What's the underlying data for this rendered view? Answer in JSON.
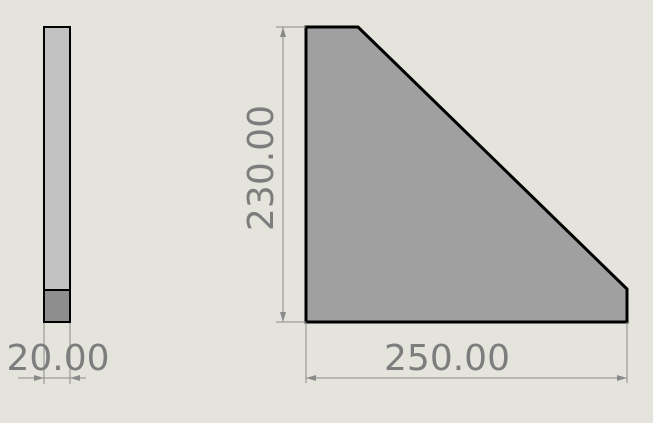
{
  "drawing": {
    "dimensions": {
      "thickness": "20.00",
      "height": "230.00",
      "width": "250.00"
    },
    "colors": {
      "background": "#e5e4dc",
      "part_fill": "#a0a0a0",
      "side_fill": "#c2c2c2",
      "side_base_fill": "#8e8e8e",
      "outline": "#000000",
      "dimension": "#8a8a8a",
      "dimension_text": "#7d7d7d"
    }
  }
}
